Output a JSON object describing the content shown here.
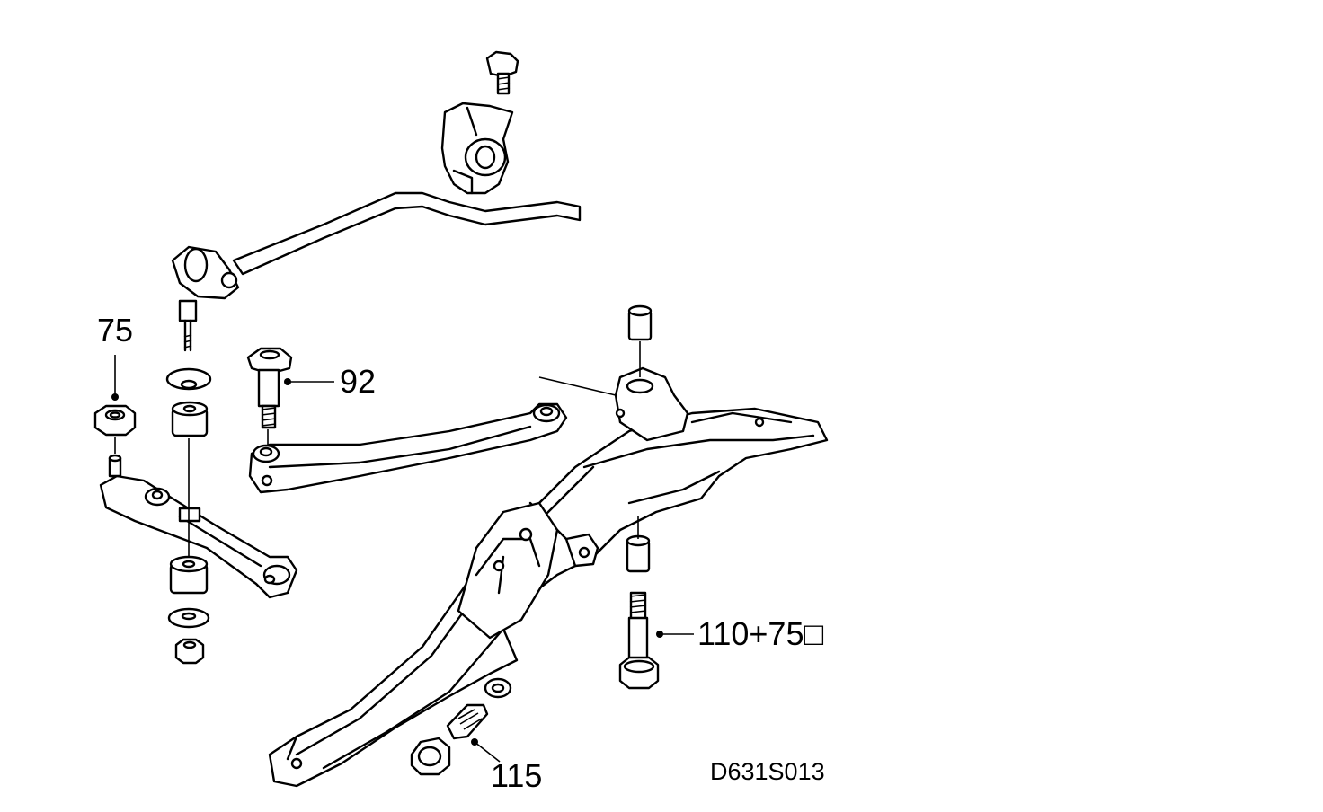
{
  "callouts": {
    "c75": "75",
    "c92": "92",
    "c110": "110+75□",
    "c115": "115"
  },
  "drawing_code": "D631S013",
  "colors": {
    "line": "#000000",
    "background": "#ffffff"
  }
}
